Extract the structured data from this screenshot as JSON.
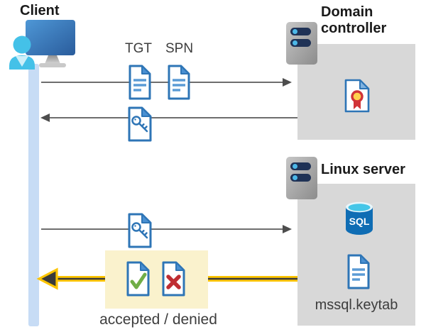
{
  "client": {
    "label": "Client"
  },
  "domain_controller": {
    "title": "Domain controller"
  },
  "linux_server": {
    "title": "Linux server",
    "sql_badge": "SQL",
    "keytab_file": "mssql.keytab"
  },
  "flow": {
    "tgt_label": "TGT",
    "spn_label": "SPN",
    "result_label": "accepted / denied"
  },
  "colors": {
    "doc_border_blue": "#2e75b6",
    "doc_fold_blue": "#4a90d2",
    "doc_line_blue": "#5b9bd5",
    "arrow_gray": "#595959",
    "yellow_arrow": "#fdc500",
    "yellow_arrow_core": "#3a3a3a",
    "highlight_yellow": "#faf2cd",
    "box_gray": "#d8d8d8",
    "timeline_blue": "#c7dcf5",
    "accept_green": "#70ad47",
    "deny_red": "#bf2e33",
    "server_pill_navy": "#1f3256",
    "cyan_accent": "#45c6e8",
    "sql_blue": "#0f6db4",
    "cert_red": "#d13438",
    "cert_yellow": "#ffd24d"
  }
}
